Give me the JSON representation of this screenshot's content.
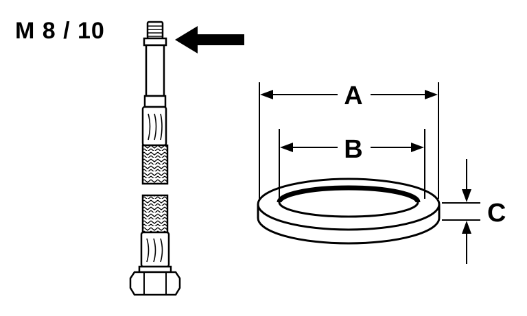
{
  "diagram": {
    "thread_label": "M 8 / 10",
    "dimension_labels": {
      "outer_diameter": "A",
      "inner_diameter": "B",
      "thickness": "C"
    }
  }
}
